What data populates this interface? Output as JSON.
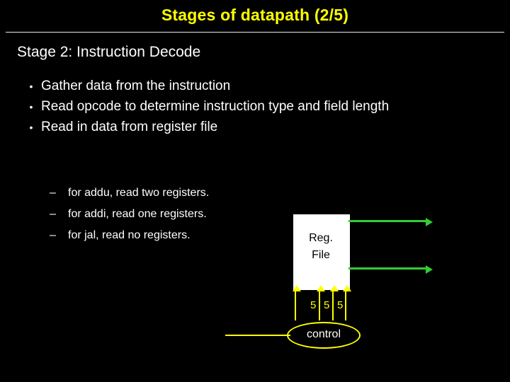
{
  "slide": {
    "title": "Stages of datapath (2/5)",
    "heading": "Stage 2: Instruction Decode",
    "bullets": [
      {
        "marker": "•",
        "text": "Gather data from the instruction"
      },
      {
        "marker": "•",
        "text": "Read opcode to determine instruction type and field length"
      },
      {
        "marker": "•",
        "text": "Read in data from register file"
      }
    ],
    "subbullets": [
      {
        "marker": "–",
        "text": "for addu, read two registers."
      },
      {
        "marker": "–",
        "text": "for addi, read one registers."
      },
      {
        "marker": "–",
        "text": "for jal, read no registers."
      }
    ],
    "diagram": {
      "regfile_line1": "Reg.",
      "regfile_line2": "File",
      "bits": [
        "5",
        "5",
        "5"
      ],
      "control_label": "control"
    },
    "colors": {
      "title": "#ffff00",
      "text": "#ffffff",
      "background": "#000000",
      "green_arrow": "#33cc33",
      "yellow_arrow": "#ffff00",
      "regfile_fill": "#ffffff"
    }
  }
}
